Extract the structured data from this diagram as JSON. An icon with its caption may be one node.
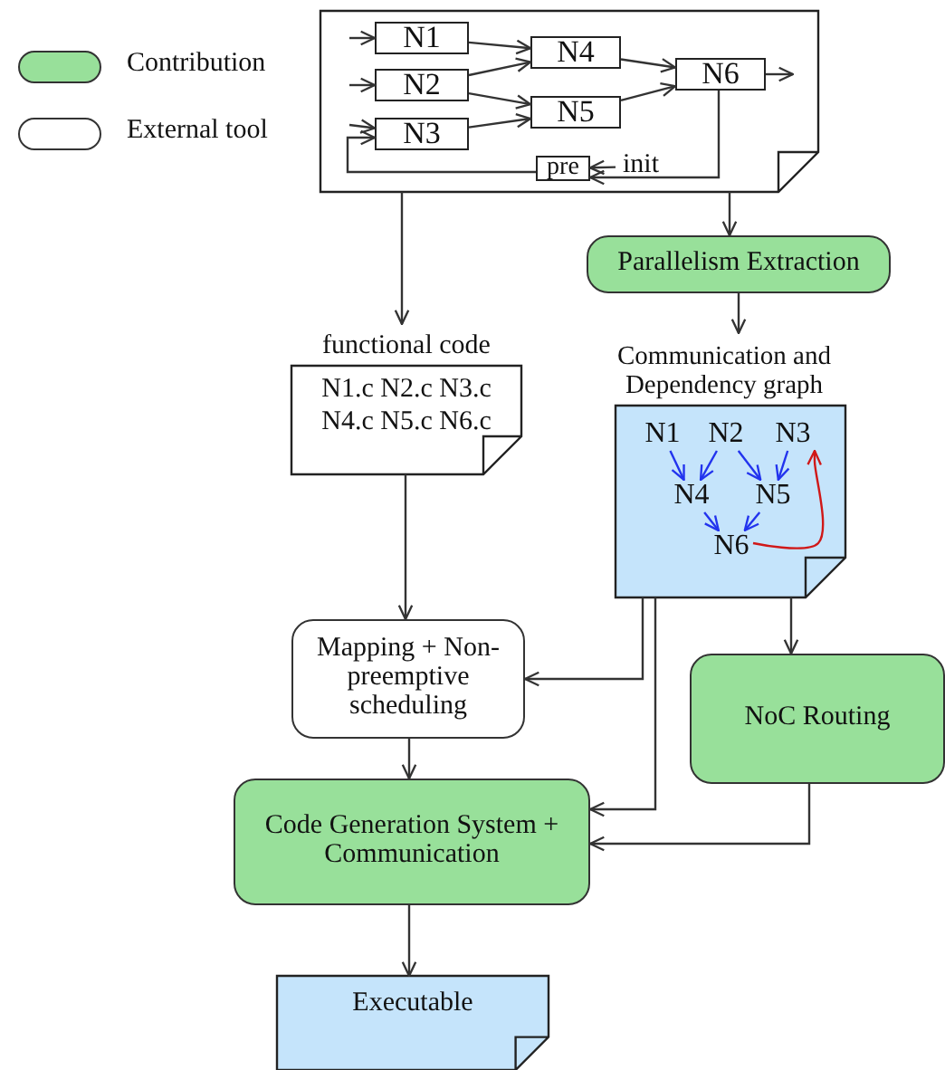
{
  "diagram": {
    "nodes": [
      {
        "text": [],
        "shape": "document"
      },
      {
        "text": [
          "N1"
        ],
        "in": 0
      },
      {
        "text": [
          "N2"
        ],
        "in": 0
      },
      {
        "text": [
          "N3"
        ],
        "in": 0
      },
      {
        "text": [
          "N4"
        ],
        "in": 0
      },
      {
        "text": [
          "N5"
        ],
        "in": 0
      },
      {
        "text": [
          "N6"
        ],
        "in": 0
      },
      {
        "text": [
          "pre"
        ],
        "in": 0
      },
      {
        "text": [
          "init"
        ],
        "in": 0
      },
      {
        "text": [
          "Parallelism Extraction"
        ]
      },
      {
        "text": [
          "functional code",
          "N1.c N2.c N3.c N4.c N5.c N6.c"
        ]
      },
      {
        "text": [
          "Communication and Dependency graph"
        ]
      },
      {
        "text": [
          "N1"
        ],
        "in": 11
      },
      {
        "text": [
          "N2"
        ],
        "in": 11
      },
      {
        "text": [
          "N3"
        ],
        "in": 11
      },
      {
        "text": [
          "N4"
        ],
        "in": 11
      },
      {
        "text": [
          "N5"
        ],
        "in": 11
      },
      {
        "text": [
          "N6"
        ],
        "in": 11
      },
      {
        "text": [
          "Mapping + Non-preemptive scheduling"
        ]
      },
      {
        "text": [
          "NoC Routing"
        ]
      },
      {
        "text": [
          "Code Generation System + Communication"
        ]
      },
      {
        "text": [
          "Executable"
        ]
      }
    ],
    "edges": [
      {
        "from": null,
        "to": 1,
        "arrow": "to"
      },
      {
        "from": null,
        "to": 2,
        "arrow": "to"
      },
      {
        "from": null,
        "to": 3,
        "arrow": "to"
      },
      {
        "from": 1,
        "to": 4,
        "arrow": "to"
      },
      {
        "from": 2,
        "to": 4,
        "arrow": "to"
      },
      {
        "from": 2,
        "to": 5,
        "arrow": "to"
      },
      {
        "from": 3,
        "to": 5,
        "arrow": "to"
      },
      {
        "from": 4,
        "to": 6,
        "arrow": "to"
      },
      {
        "from": 5,
        "to": 6,
        "arrow": "to"
      },
      {
        "from": 6,
        "to": null,
        "arrow": "to"
      },
      {
        "from": 6,
        "to": 7,
        "arrow": "to"
      },
      {
        "from": 8,
        "to": 7,
        "arrow": "to"
      },
      {
        "from": 7,
        "to": 3,
        "arrow": "to"
      },
      {
        "from": 0,
        "to": 10,
        "arrow": "to"
      },
      {
        "from": 0,
        "to": 9,
        "arrow": "to"
      },
      {
        "from": 9,
        "to": 11,
        "arrow": "to"
      },
      {
        "from": 12,
        "to": 15,
        "arrow": "to",
        "color": "#2233ee"
      },
      {
        "from": 13,
        "to": 15,
        "arrow": "to",
        "color": "#2233ee"
      },
      {
        "from": 13,
        "to": 16,
        "arrow": "to",
        "color": "#2233ee"
      },
      {
        "from": 14,
        "to": 16,
        "arrow": "to",
        "color": "#2233ee"
      },
      {
        "from": 15,
        "to": 17,
        "arrow": "to",
        "color": "#2233ee"
      },
      {
        "from": 16,
        "to": 17,
        "arrow": "to",
        "color": "#2233ee"
      },
      {
        "from": 17,
        "to": 14,
        "arrow": "to",
        "color": "#d01818"
      },
      {
        "from": 10,
        "to": 18,
        "arrow": "to"
      },
      {
        "from": 11,
        "to": 18,
        "arrow": "to"
      },
      {
        "from": 11,
        "to": 20,
        "arrow": "to"
      },
      {
        "from": 11,
        "to": 19,
        "arrow": "to"
      },
      {
        "from": 19,
        "to": 20,
        "arrow": "to"
      },
      {
        "from": 18,
        "to": 20,
        "arrow": "to"
      },
      {
        "from": 20,
        "to": 21,
        "arrow": "to"
      }
    ],
    "legend": [
      {
        "text": "Contribution",
        "color": "#98e09a"
      },
      {
        "text": "External tool",
        "color": "#ffffff"
      }
    ]
  }
}
